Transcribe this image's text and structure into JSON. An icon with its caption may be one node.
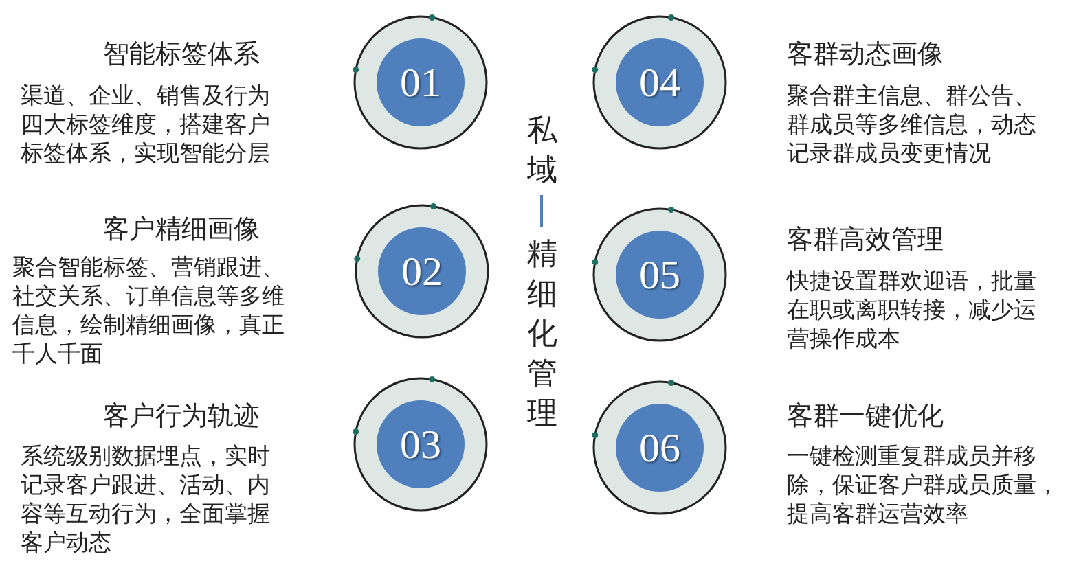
{
  "diagram": {
    "nodes": [
      {
        "text": [
          "01"
        ],
        "beside": [
          "智能标签体系",
          "渠道、企业、销售及行为四大标签维度，搭建客户标签体系，实现智能分层"
        ]
      },
      {
        "text": [
          "02"
        ],
        "beside": [
          "客户精细画像",
          "聚合智能标签、营销跟进、社交关系、订单信息等多维信息，绘制精细画像，真正千人千面"
        ]
      },
      {
        "text": [
          "03"
        ],
        "beside": [
          "客户行为轨迹",
          "系统级别数据埋点，实时记录客户跟进、活动、内容等互动行为，全面掌握客户动态"
        ]
      },
      {
        "text": [
          "04"
        ],
        "beside": [
          "客群动态画像",
          "聚合群主信息、群公告、群成员等多维信息，动态记录群成员变更情况"
        ]
      },
      {
        "text": [
          "05"
        ],
        "beside": [
          "客群高效管理",
          "快捷设置群欢迎语，批量在职或离职转接，减少运营操作成本"
        ]
      },
      {
        "text": [
          "06"
        ],
        "beside": [
          "客群一键优化",
          "一键检测重复群成员并移除，保证客户群成员质量，提高客群运营效率"
        ]
      }
    ],
    "labels": [
      "私域",
      "精细化管理"
    ]
  }
}
